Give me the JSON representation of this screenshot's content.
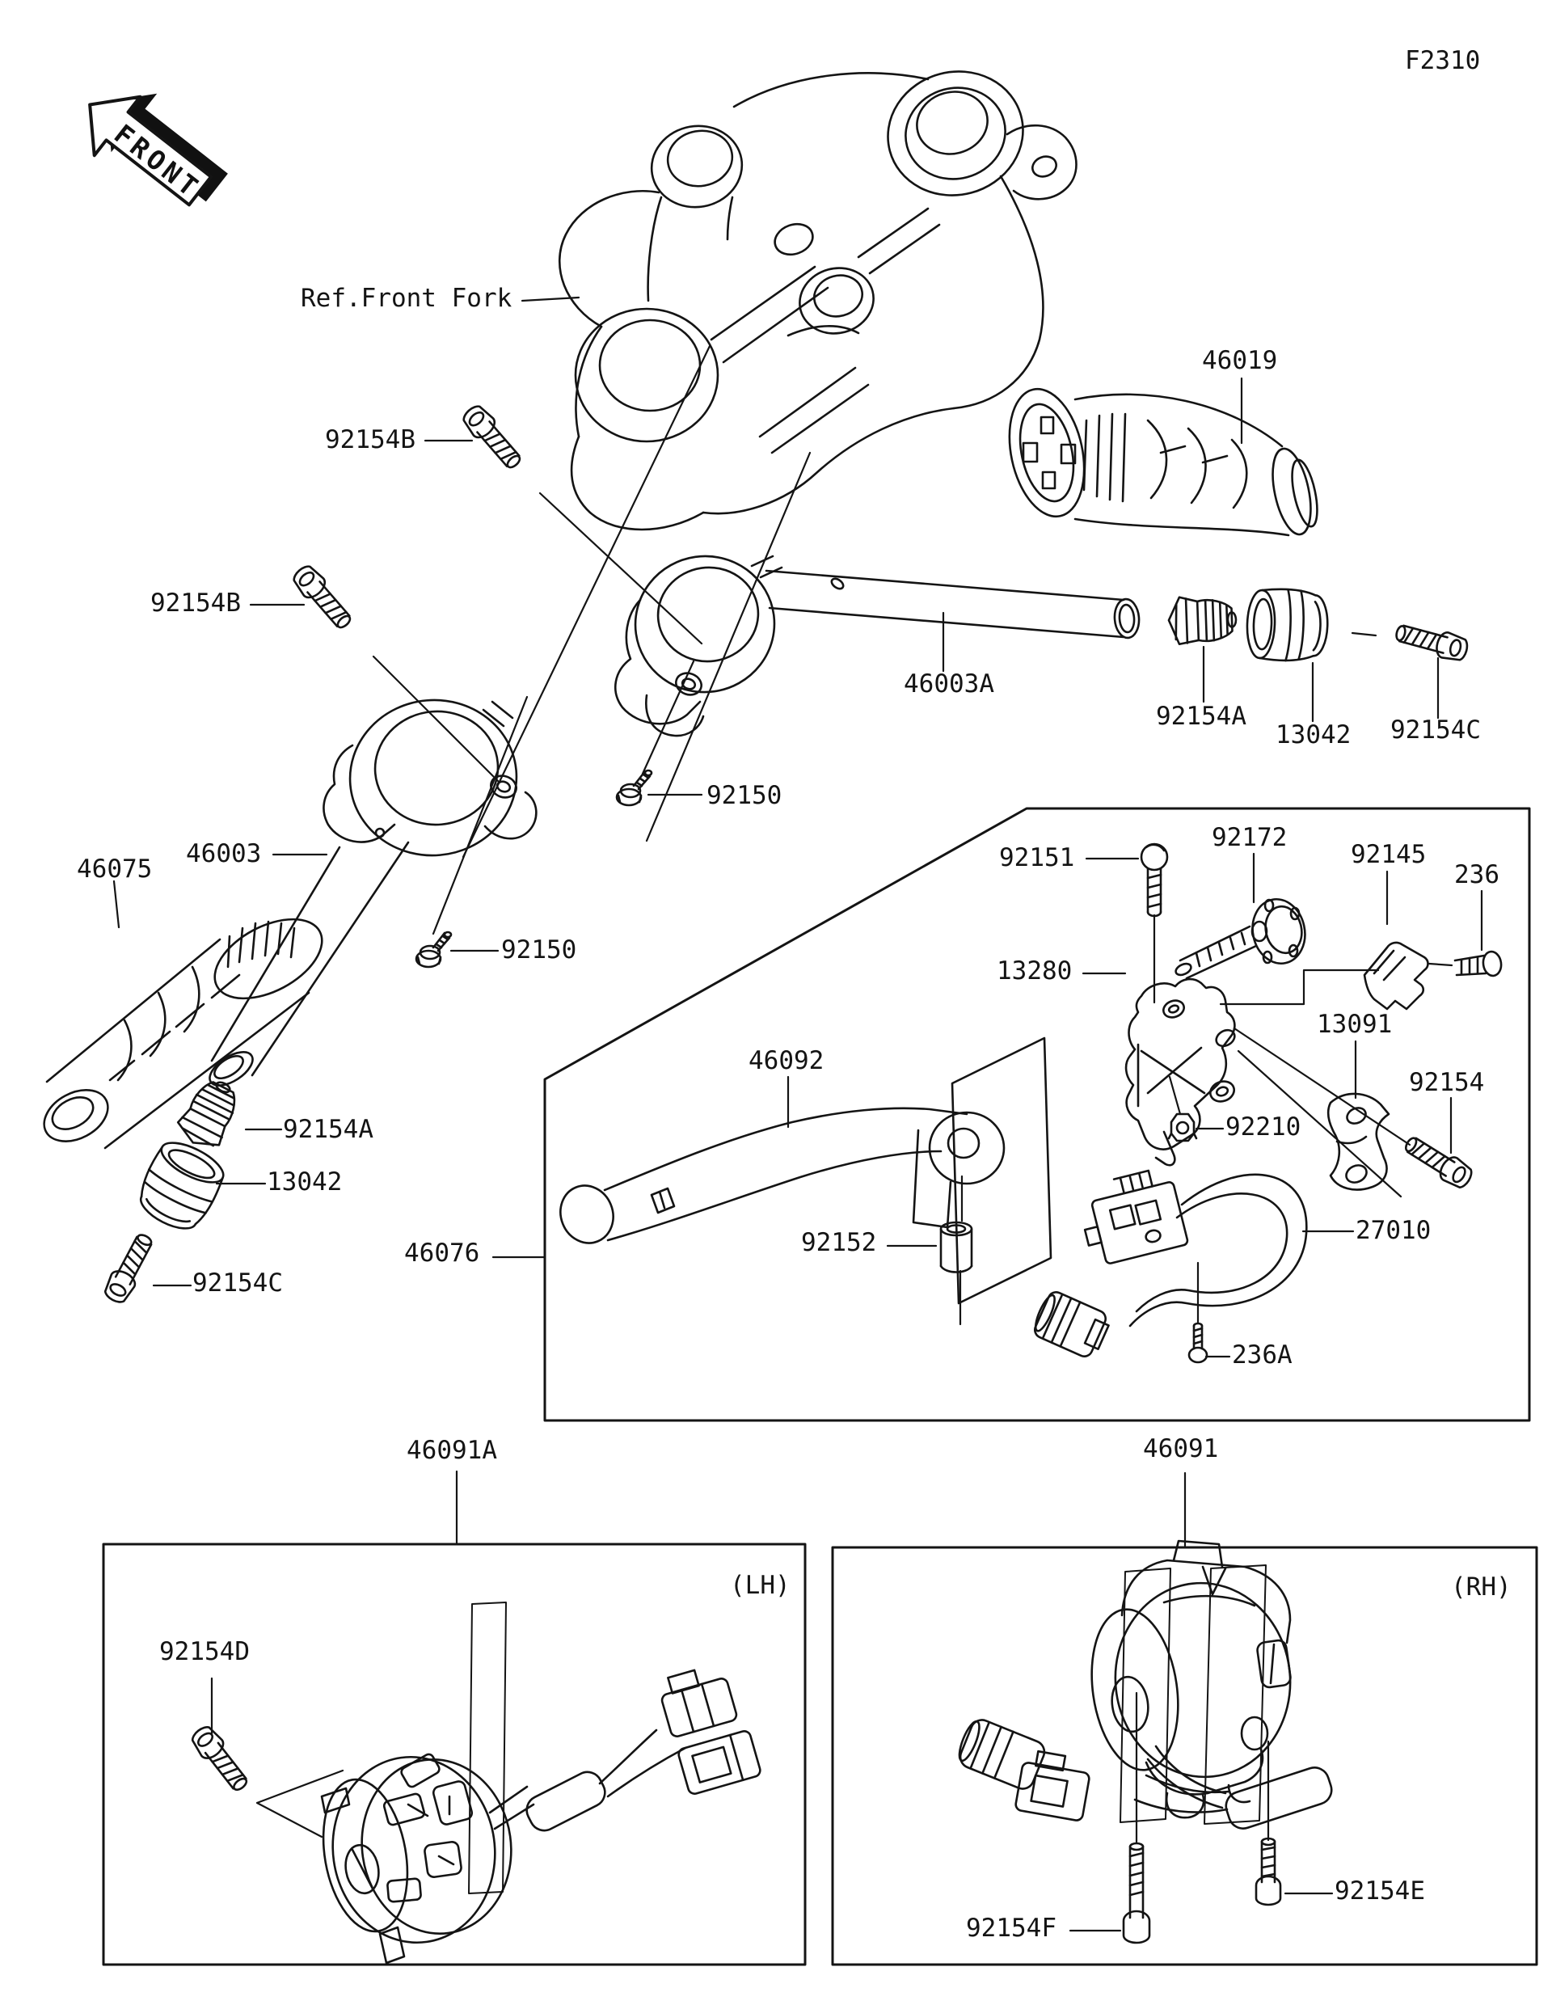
{
  "diagram": {
    "page_code": "F2310",
    "title_hint": "Handlebar exploded parts diagram",
    "direction_marker": "FRONT",
    "reference_label": "Ref.Front Fork",
    "colors": {
      "ink": "#141414",
      "paper": "#ffffff"
    },
    "groups": {
      "lever_holder_box": {
        "parts": [
          "92151",
          "92172",
          "92145",
          "236",
          "13280",
          "13091",
          "92154",
          "46092",
          "92210",
          "92152",
          "46076",
          "27010",
          "236A"
        ]
      },
      "left_switch_box": {
        "part_no": "46091A",
        "side_label": "(LH)",
        "screws": [
          "92154D"
        ]
      },
      "right_switch_box": {
        "part_no": "46091",
        "side_label": "(RH)",
        "screws": [
          "92154E",
          "92154F"
        ]
      }
    },
    "part_labels": {
      "ref_front_fork": "Ref.Front Fork",
      "p92154b_top": "92154B",
      "p46019": "46019",
      "p92154b_left": "92154B",
      "p46003a": "46003A",
      "p92154a_right": "92154A",
      "p13042_right": "13042",
      "p92154c_right": "92154C",
      "p92150_right": "92150",
      "p46003": "46003",
      "p92150_left": "92150",
      "p46075": "46075",
      "p92151": "92151",
      "p92172": "92172",
      "p92145": "92145",
      "p236": "236",
      "p13280": "13280",
      "p13091": "13091",
      "p92154": "92154",
      "p46092": "46092",
      "p92210": "92210",
      "p92154a_left": "92154A",
      "p46076": "46076",
      "p92152": "92152",
      "p27010": "27010",
      "p13042_left": "13042",
      "p236a": "236A",
      "p92154c_left": "92154C",
      "p46091a": "46091A",
      "p46091": "46091",
      "lh": "(LH)",
      "rh": "(RH)",
      "p92154d": "92154D",
      "p92154e": "92154E",
      "p92154f": "92154F"
    }
  }
}
